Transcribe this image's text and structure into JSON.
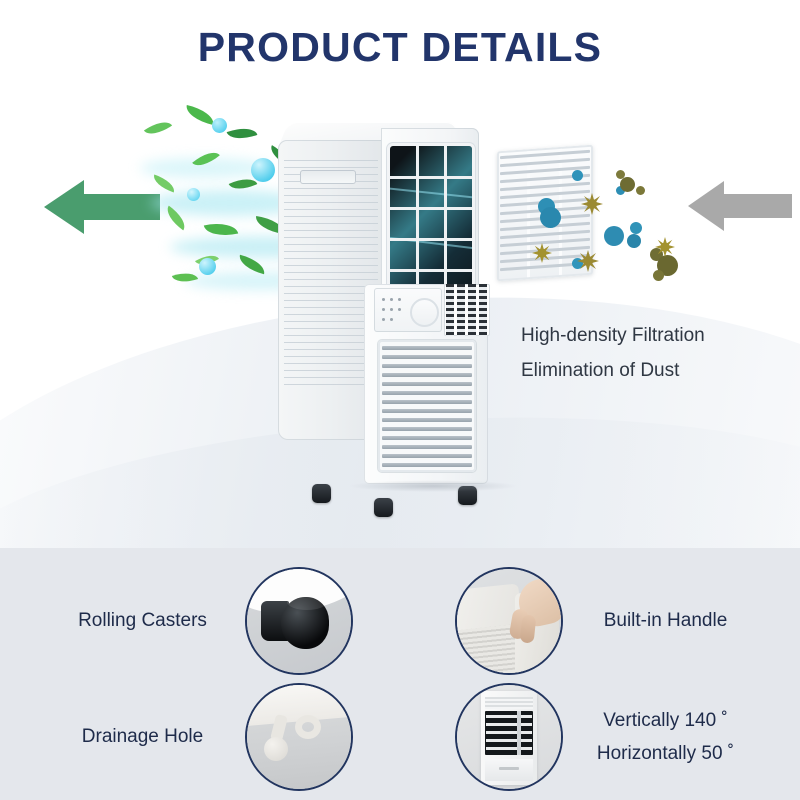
{
  "page": {
    "title": "PRODUCT DETAILS",
    "title_color": "#22356b",
    "bottom_bg_color": "#e4e7ec",
    "ring_color": "#22355f"
  },
  "hero": {
    "clean_air_arrow": {
      "icon": "arrow-left-icon",
      "direction": "left",
      "color": "#4a9d6e",
      "meaning": "clean air out"
    },
    "dirty_air_arrow": {
      "icon": "arrow-left-icon",
      "direction": "left",
      "color": "#a8a8a8",
      "meaning": "dusty air in"
    },
    "product": {
      "name": "portable-air-conditioner",
      "body_color": "#f3f5f7",
      "filter_color": "#0e1418",
      "filter_glow_color": "#54cee2"
    },
    "detached_filter": {
      "name": "filter-grille",
      "color": "#eef1f4"
    },
    "feature_text": [
      "High-density Filtration",
      "Elimination of Dust"
    ]
  },
  "features": [
    {
      "id": "rolling-casters",
      "label": "Rolling Casters",
      "label_side": "left",
      "thumb": "caster-wheel-photo"
    },
    {
      "id": "built-in-handle",
      "label": "Built-in Handle",
      "label_side": "right",
      "thumb": "hand-on-handle-photo"
    },
    {
      "id": "drainage-hole",
      "label": "Drainage Hole",
      "label_side": "left",
      "thumb": "drain-plug-photo"
    },
    {
      "id": "louver-angle",
      "label_line1": "Vertically 140 ˚",
      "label_line2": "Horizontally 50 ˚",
      "label_side": "right",
      "thumb": "front-louver-photo"
    }
  ]
}
